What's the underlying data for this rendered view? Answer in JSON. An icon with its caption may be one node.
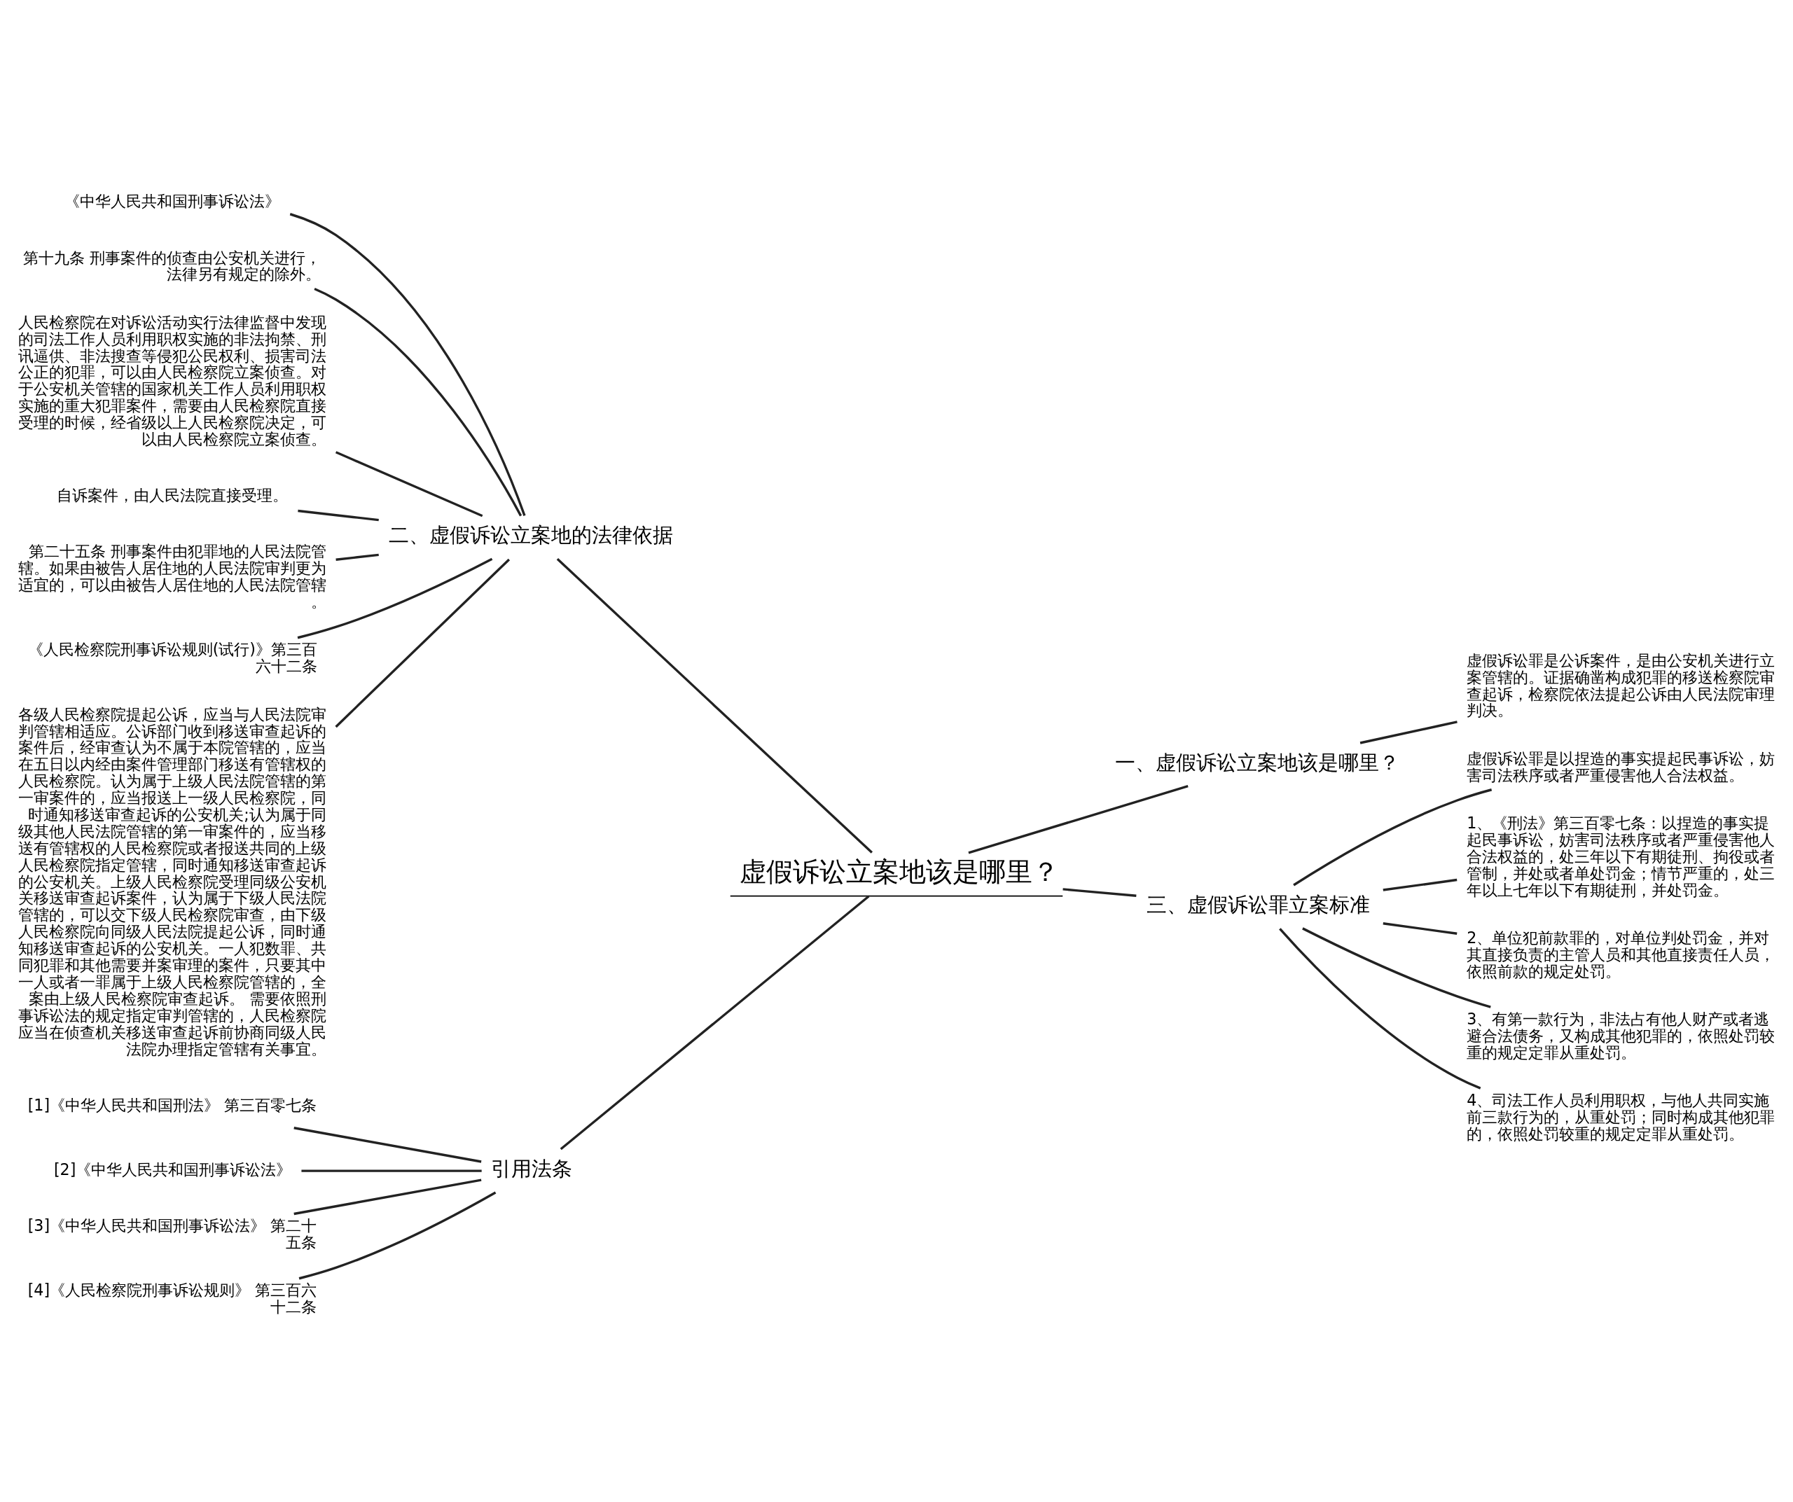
{
  "diagram": {
    "nodes": [
      {
        "text": [
          "虚假诉讼立案地该是哪里？"
        ]
      },
      {
        "text": [
          "二、虚假诉讼立案地的法律依据"
        ]
      },
      {
        "text": [
          "《中华人民共和国刑事诉讼法》"
        ]
      },
      {
        "text": [
          "第十九条 刑事案件的侦查由公安机关进行，法律另有规定的除外。"
        ]
      },
      {
        "text": [
          "人民检察院在对诉讼活动实行法律监督中发现的司法工作人员利用职权实施的非法拘禁、刑讯逼供、非法搜查等侵犯公民权利、损害司法公正的犯罪，可以由人民检察院立案侦查。对于公安机关管辖的国家机关工作人员利用职权实施的重大犯罪案件，需要由人民检察院直接受理的时候，经省级以上人民检察院决定，可以由人民检察院立案侦查。"
        ]
      },
      {
        "text": [
          "自诉案件，由人民法院直接受理。"
        ]
      },
      {
        "text": [
          "第二十五条 刑事案件由犯罪地的人民法院管辖。如果由被告人居住地的人民法院审判更为适宜的，可以由被告人居住地的人民法院管辖。"
        ]
      },
      {
        "text": [
          "《人民检察院刑事诉讼规则(试行)》第三百六十二条"
        ]
      },
      {
        "text": [
          "各级人民检察院提起公诉，应当与人民法院审判管辖相适应。公诉部门收到移送审查起诉的案件后，经审查认为不属于本院管辖的，应当在五日以内经由案件管理部门移送有管辖权的人民检察院。认为属于上级人民法院管辖的第一审案件的，应当报送上一级人民检察院，同时通知移送审查起诉的公安机关;认为属于同级其他人民法院管辖的第一审案件的，应当移送有管辖权的人民检察院或者报送共同的上级人民检察院指定管辖，同时通知移送审查起诉的公安机关。上级人民检察院受理同级公安机关移送审查起诉案件，认为属于下级人民法院管辖的，可以交下级人民检察院审查，由下级人民检察院向同级人民法院提起公诉，同时通知移送审查起诉的公安机关。一人犯数罪、共同犯罪和其他需要并案审理的案件，只要其中一人或者一罪属于上级人民检察院管辖的，全案由上级人民检察院审查起诉。 需要依照刑事诉讼法的规定指定审判管辖的，人民检察院应当在侦查机关移送审查起诉前协商同级人民法院办理指定管辖有关事宜。"
        ]
      },
      {
        "text": [
          "引用法条"
        ]
      },
      {
        "text": [
          "[1]《中华人民共和国刑法》 第三百零七条"
        ]
      },
      {
        "text": [
          "[2]《中华人民共和国刑事诉讼法》"
        ]
      },
      {
        "text": [
          "[3]《中华人民共和国刑事诉讼法》 第二十五条"
        ]
      },
      {
        "text": [
          "[4]《人民检察院刑事诉讼规则》 第三百六十二条"
        ]
      },
      {
        "text": [
          "一、虚假诉讼立案地该是哪里？"
        ]
      },
      {
        "text": [
          "虚假诉讼罪是公诉案件，是由公安机关进行立案管辖的。证据确凿构成犯罪的移送检察院审查起诉，检察院依法提起公诉由人民法院审理判决。"
        ]
      },
      {
        "text": [
          "三、虚假诉讼罪立案标准"
        ]
      },
      {
        "text": [
          "虚假诉讼罪是以捏造的事实提起民事诉讼，妨害司法秩序或者严重侵害他人合法权益。"
        ]
      },
      {
        "text": [
          "1、《刑法》第三百零七条：以捏造的事实提起民事诉讼，妨害司法秩序或者严重侵害他人合法权益的，处三年以下有期徒刑、拘役或者管制，并处或者单处罚金；情节严重的，处三年以上七年以下有期徒刑，并处罚金。"
        ]
      },
      {
        "text": [
          "2、单位犯前款罪的，对单位判处罚金，并对其直接负责的主管人员和其他直接责任人员，依照前款的规定处罚。"
        ]
      },
      {
        "text": [
          "3、有第一款行为，非法占有他人财产或者逃避合法债务，又构成其他犯罪的，依照处罚较重的规定定罪从重处罚。"
        ]
      },
      {
        "text": [
          "4、司法工作人员利用职权，与他人共同实施前三款行为的，从重处罚；同时构成其他犯罪的，依照处罚较重的规定定罪从重处罚。"
        ]
      }
    ],
    "edges": [
      {
        "from": 0,
        "to": 1,
        "arrow": "none"
      },
      {
        "from": 1,
        "to": 2,
        "arrow": "none"
      },
      {
        "from": 1,
        "to": 3,
        "arrow": "none"
      },
      {
        "from": 1,
        "to": 4,
        "arrow": "none"
      },
      {
        "from": 1,
        "to": 5,
        "arrow": "none"
      },
      {
        "from": 1,
        "to": 6,
        "arrow": "none"
      },
      {
        "from": 1,
        "to": 7,
        "arrow": "none"
      },
      {
        "from": 1,
        "to": 8,
        "arrow": "none"
      },
      {
        "from": 0,
        "to": 9,
        "arrow": "none"
      },
      {
        "from": 9,
        "to": 10,
        "arrow": "none"
      },
      {
        "from": 9,
        "to": 11,
        "arrow": "none"
      },
      {
        "from": 9,
        "to": 12,
        "arrow": "none"
      },
      {
        "from": 9,
        "to": 13,
        "arrow": "none"
      },
      {
        "from": 0,
        "to": 14,
        "arrow": "none"
      },
      {
        "from": 14,
        "to": 15,
        "arrow": "none"
      },
      {
        "from": 0,
        "to": 16,
        "arrow": "none"
      },
      {
        "from": 16,
        "to": 17,
        "arrow": "none"
      },
      {
        "from": 16,
        "to": 18,
        "arrow": "none"
      },
      {
        "from": 16,
        "to": 19,
        "arrow": "none"
      },
      {
        "from": 16,
        "to": 20,
        "arrow": "none"
      },
      {
        "from": 16,
        "to": 21,
        "arrow": "none"
      }
    ]
  }
}
